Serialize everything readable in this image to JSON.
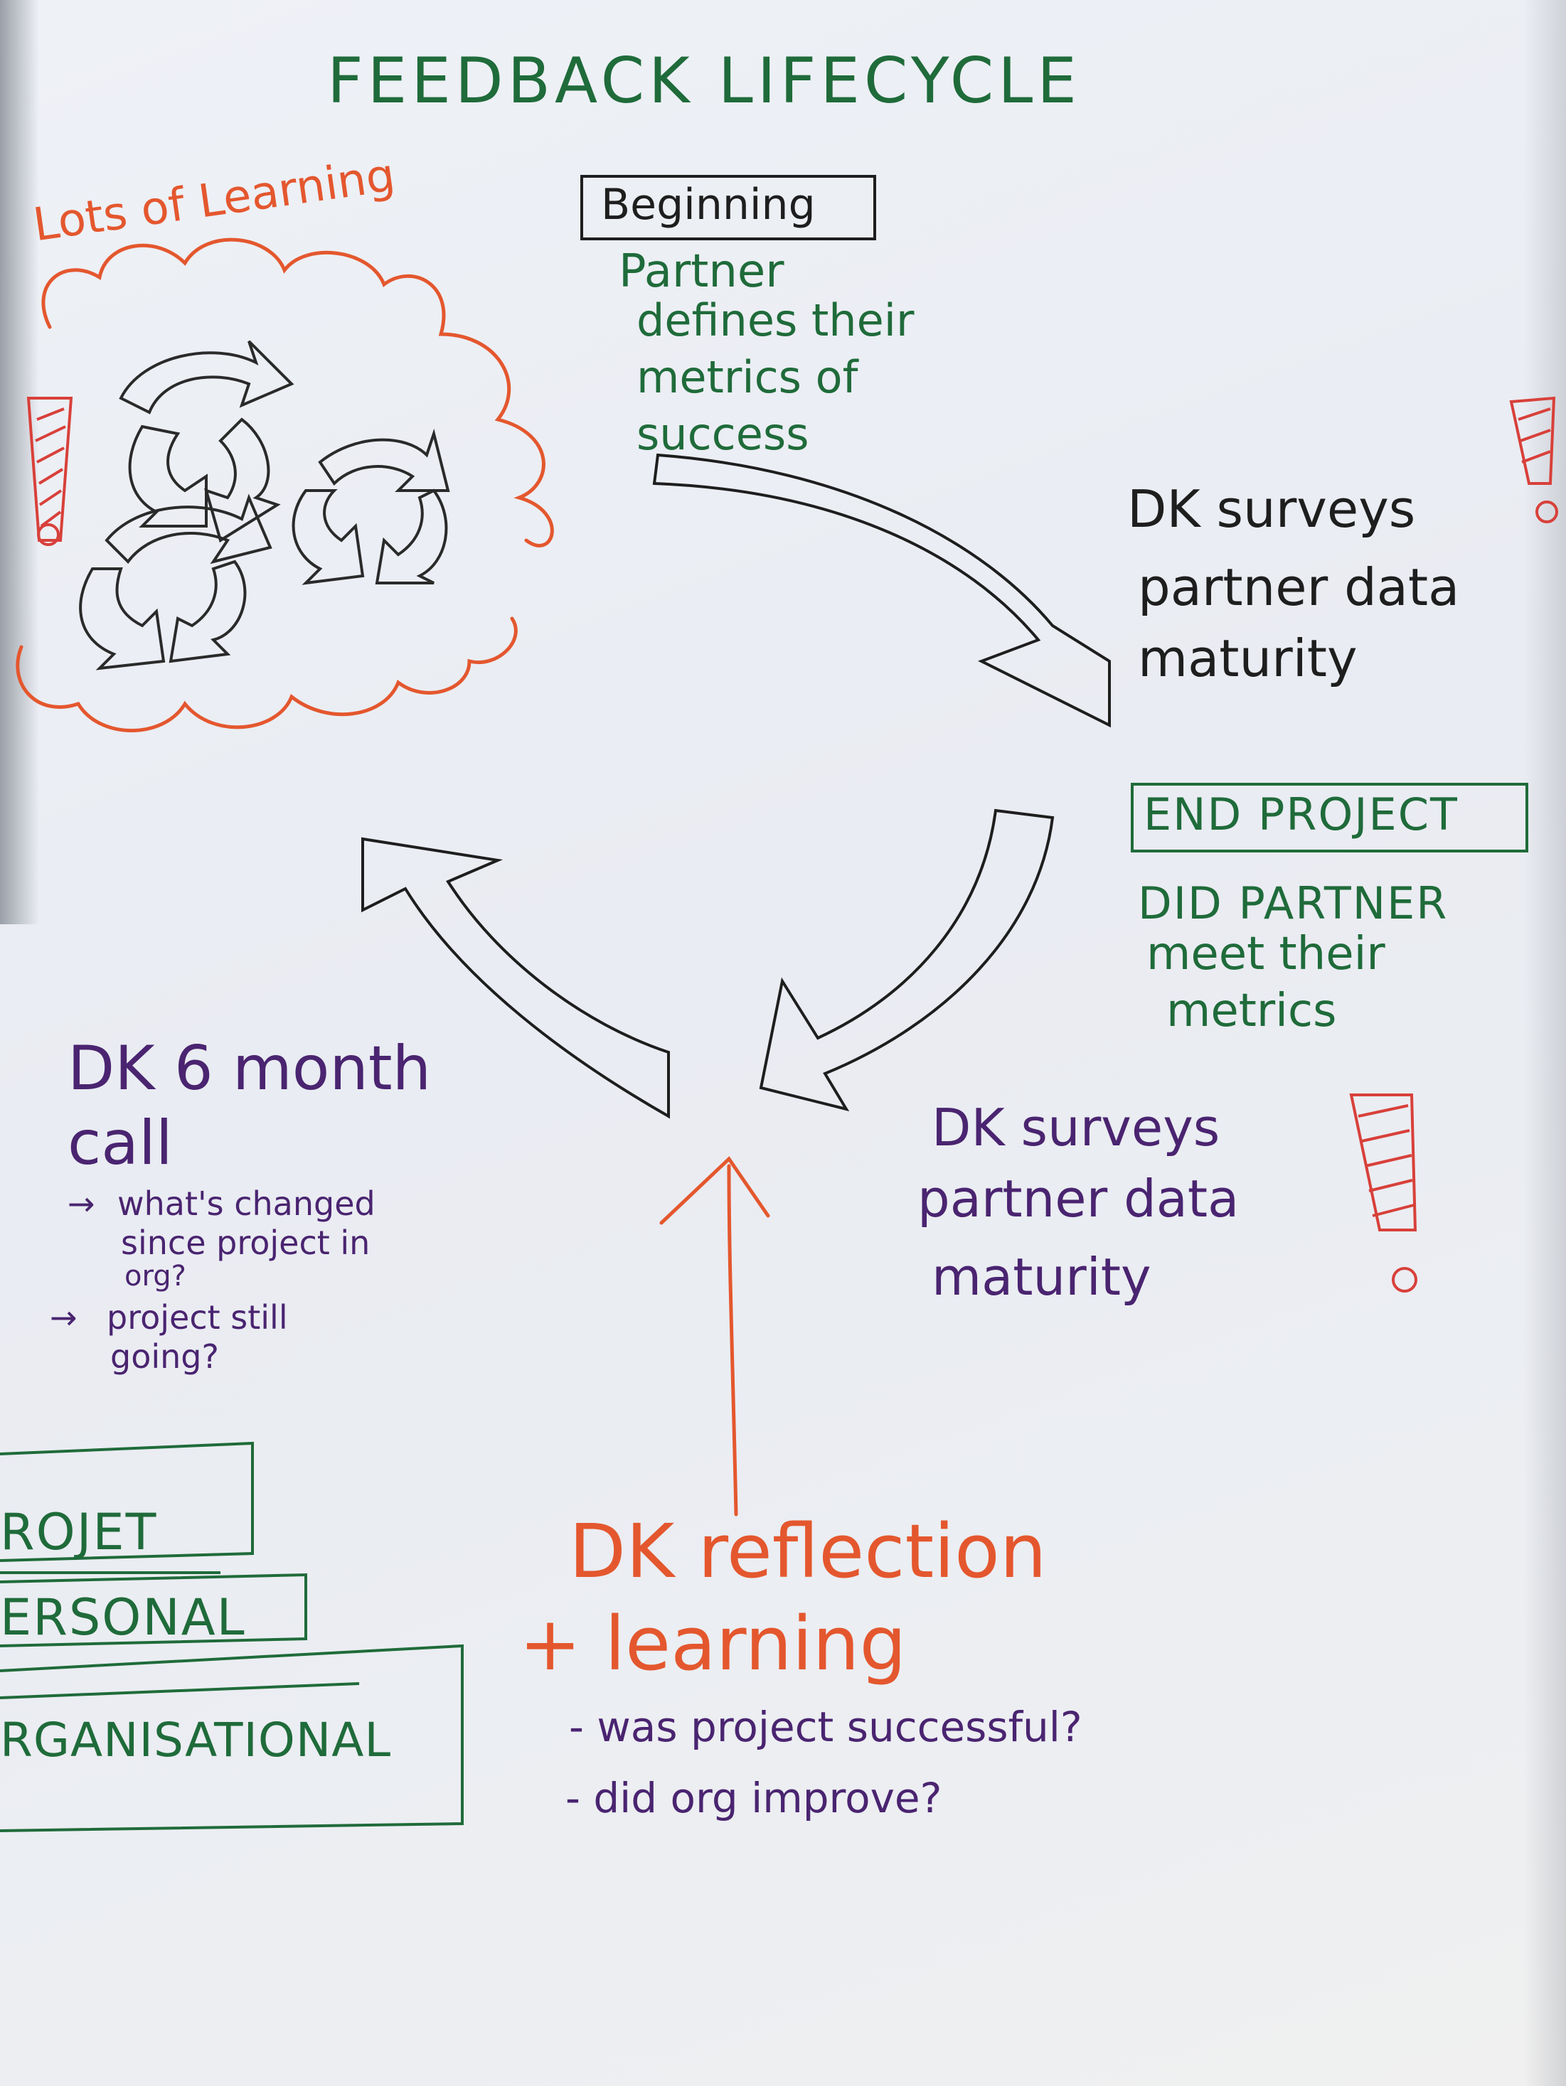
{
  "title": "FEEDBACK LIFECYCLE",
  "cloud": {
    "label": "Lots of Learning",
    "exclaim": "!"
  },
  "beginning": {
    "heading": "Beginning",
    "lines": [
      "Partner",
      "defines their",
      "metrics of",
      "success"
    ]
  },
  "survey_top": {
    "lines": [
      "DK surveys",
      "partner data",
      "maturity"
    ],
    "exclaim": "!"
  },
  "end_project": {
    "heading": "END PROJECT",
    "lines": [
      "DID PARTNER",
      "meet their",
      "metrics"
    ]
  },
  "survey_bottom": {
    "lines": [
      "DK surveys",
      "partner data",
      "maturity"
    ],
    "exclaim": "!"
  },
  "six_month": {
    "heading_lines": [
      "DK 6 month",
      "call"
    ],
    "bullets": [
      {
        "arrow": "→",
        "lines": [
          "what's changed",
          "since project in",
          "org?"
        ]
      },
      {
        "arrow": "→",
        "lines": [
          "project still",
          "going?"
        ]
      }
    ]
  },
  "reflection": {
    "lines": [
      "DK reflection",
      "+ learning"
    ],
    "bullets": [
      "- was project successful?",
      "- did org improve?"
    ]
  },
  "stack": {
    "labels": [
      "ROJET",
      "ERSONAL",
      "RGANISATIONAL"
    ]
  },
  "colors": {
    "green": "#1f6b3a",
    "purple": "#4a2470",
    "orange": "#e4572e",
    "red": "#d8403a",
    "black": "#1e1e1e"
  }
}
